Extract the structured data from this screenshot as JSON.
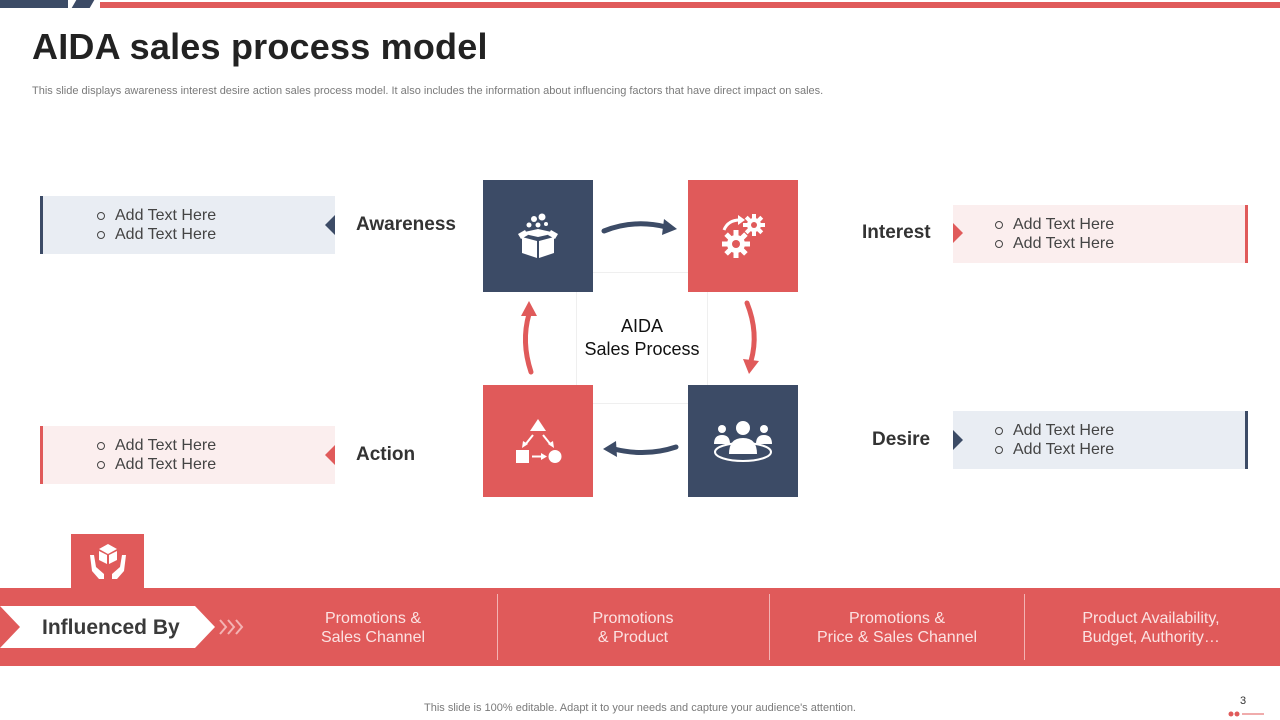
{
  "slide": {
    "title": "AIDA sales process model",
    "subtitle": "This slide displays awareness interest desire action sales process model. It also includes the information about influencing factors that have direct impact on sales.",
    "center_label_line1": "AIDA",
    "center_label_line2": "Sales Process",
    "footer": "This slide is 100% editable. Adapt it to your needs and capture your audience's attention.",
    "page_number": "3"
  },
  "stages": {
    "awareness": {
      "label": "Awareness",
      "icon": "box-icon",
      "items": [
        "Add Text Here",
        "Add Text Here"
      ]
    },
    "interest": {
      "label": "Interest",
      "icon": "gears-icon",
      "items": [
        "Add Text Here",
        "Add Text Here"
      ]
    },
    "desire": {
      "label": "Desire",
      "icon": "group-icon",
      "items": [
        "Add Text Here",
        "Add Text Here"
      ]
    },
    "action": {
      "label": "Action",
      "icon": "shapes-flow-icon",
      "items": [
        "Add Text Here",
        "Add Text Here"
      ]
    }
  },
  "influenced": {
    "label": "Influenced By",
    "icon": "hands-box-icon",
    "items": [
      {
        "line1": "Promotions &",
        "line2": "Sales Channel"
      },
      {
        "line1": "Promotions",
        "line2": "& Product"
      },
      {
        "line1": "Promotions &",
        "line2": "Price & Sales Channel"
      },
      {
        "line1": "Product Availability,",
        "line2": "Budget, Authority…"
      }
    ]
  },
  "colors": {
    "navy": "#3c4b66",
    "red": "#e05a5a",
    "light_blue": "#e9edf3",
    "light_pink": "#fbeeee"
  }
}
